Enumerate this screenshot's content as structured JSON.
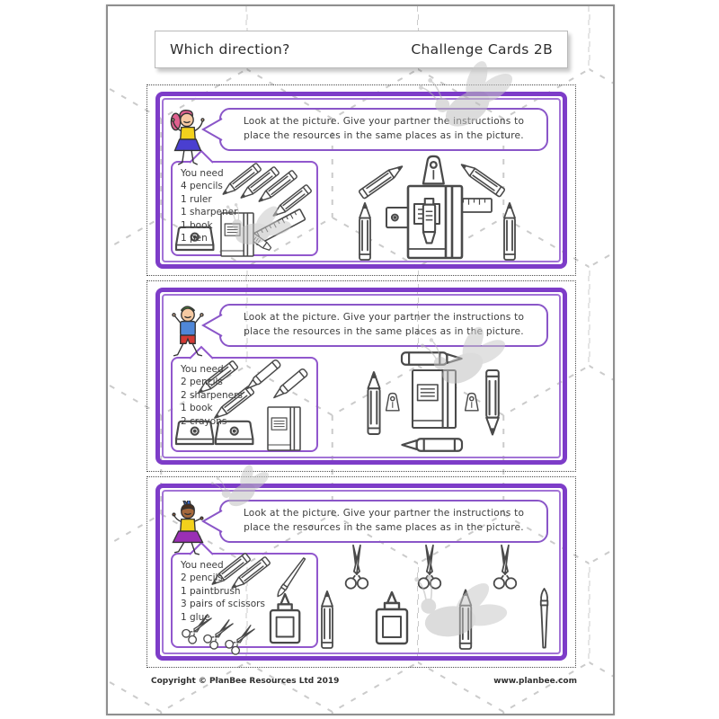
{
  "header": {
    "title": "Which direction?",
    "subtitle": "Challenge Cards 2B"
  },
  "footer": {
    "copyright": "Copyright © PlanBee Resources Ltd 2019",
    "website": "www.planbee.com"
  },
  "colors": {
    "accent_purple": "#7d3cc8",
    "inner_purple": "#a273d6",
    "watermark_gray": "#c6c6c6",
    "line_art": "#4a4a4a"
  },
  "cards": [
    {
      "character": "girl-pink-hair",
      "bubble": "Look at the picture. Give your partner the instructions to place the resources in the same places as in the picture.",
      "you_need_title": "You need",
      "items": [
        "4 pencils",
        "1 ruler",
        "1 sharpener",
        "1 book",
        "1 pen"
      ],
      "picture_items": "pencil, sharpener, pencil, pencil, eraser, book, pen, ruler, pencil"
    },
    {
      "character": "boy-green-hair",
      "bubble": "Look at the picture. Give your partner the instructions to place the resources in the same places as in the picture.",
      "you_need_title": "You need",
      "items": [
        "2 pencils",
        "2 sharpeners",
        "1 book",
        "2 crayons"
      ],
      "picture_items": "crayon, pencil, sharpener, book, sharpener, pencil, crayon"
    },
    {
      "character": "girl-purple-skirt",
      "bubble": "Look at the picture. Give your partner the instructions to place the resources in the same places as in the picture.",
      "you_need_title": "You need",
      "items": [
        "2 pencils",
        "1 paintbrush",
        "3 pairs of scissors",
        "1 glue"
      ],
      "picture_items": "pencil, scissors, glue, scissors, pencil, scissors, paintbrush"
    }
  ]
}
